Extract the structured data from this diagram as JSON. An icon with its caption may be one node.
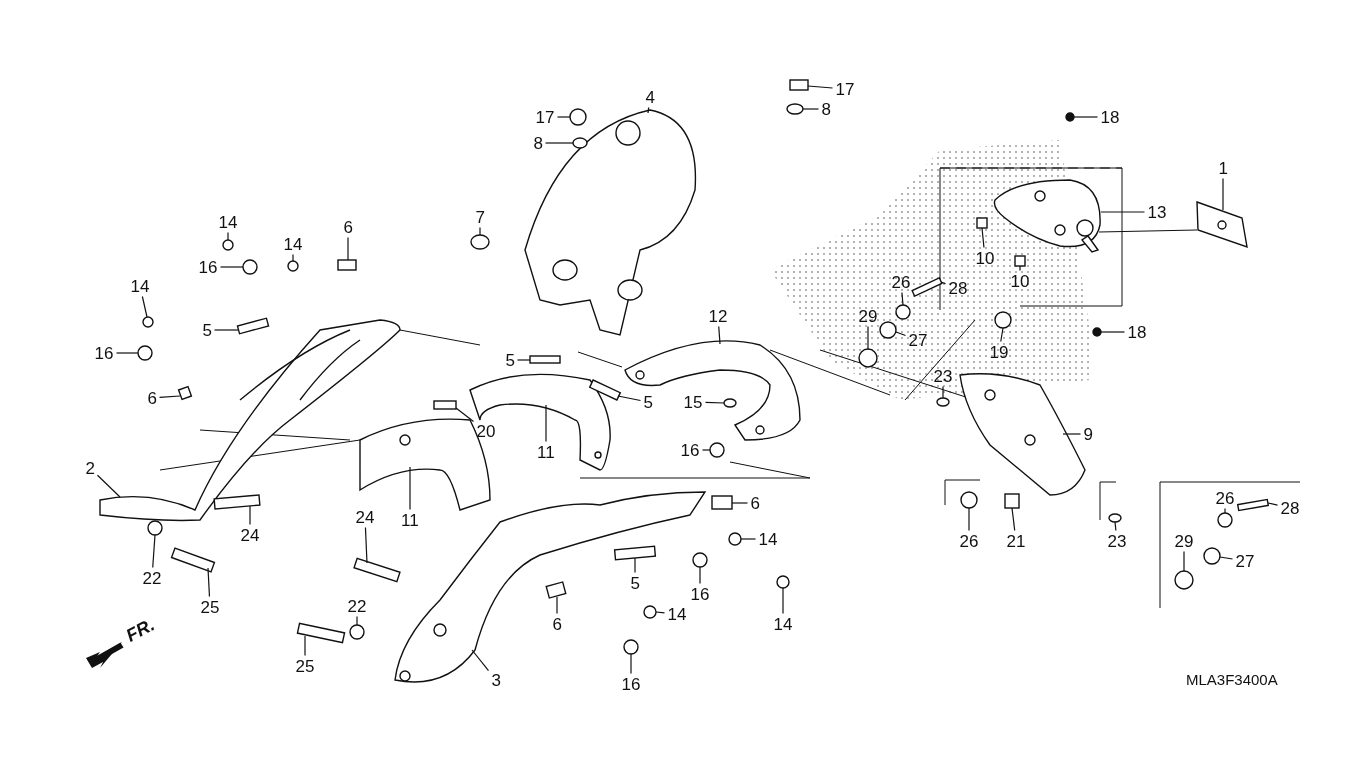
{
  "diagram": {
    "nodes": [
      {
        "text": [
          "17"
        ]
      },
      {
        "text": [
          "4"
        ]
      },
      {
        "text": [
          "17"
        ]
      },
      {
        "text": [
          "18"
        ]
      },
      {
        "text": [
          "8"
        ]
      },
      {
        "text": [
          "8"
        ]
      },
      {
        "text": [
          "1"
        ]
      },
      {
        "text": [
          "13"
        ]
      },
      {
        "text": [
          "7"
        ]
      },
      {
        "text": [
          "14"
        ]
      },
      {
        "text": [
          "6"
        ]
      },
      {
        "text": [
          "14"
        ]
      },
      {
        "text": [
          "10"
        ]
      },
      {
        "text": [
          "16"
        ]
      },
      {
        "text": [
          "10"
        ]
      },
      {
        "text": [
          "26"
        ]
      },
      {
        "text": [
          "14"
        ]
      },
      {
        "text": [
          "28"
        ]
      },
      {
        "text": [
          "12"
        ]
      },
      {
        "text": [
          "29"
        ]
      },
      {
        "text": [
          "5"
        ]
      },
      {
        "text": [
          "18"
        ]
      },
      {
        "text": [
          "27"
        ]
      },
      {
        "text": [
          "19"
        ]
      },
      {
        "text": [
          "16"
        ]
      },
      {
        "text": [
          "5"
        ]
      },
      {
        "text": [
          "23"
        ]
      },
      {
        "text": [
          "6"
        ]
      },
      {
        "text": [
          "15"
        ]
      },
      {
        "text": [
          "5"
        ]
      },
      {
        "text": [
          "20"
        ]
      },
      {
        "text": [
          "9"
        ]
      },
      {
        "text": [
          "16"
        ]
      },
      {
        "text": [
          "11"
        ]
      },
      {
        "text": [
          "2"
        ]
      },
      {
        "text": [
          "6"
        ]
      },
      {
        "text": [
          "11"
        ]
      },
      {
        "text": [
          "24"
        ]
      },
      {
        "text": [
          "24"
        ]
      },
      {
        "text": [
          "14"
        ]
      },
      {
        "text": [
          "26"
        ]
      },
      {
        "text": [
          "21"
        ]
      },
      {
        "text": [
          "23"
        ]
      },
      {
        "text": [
          "26"
        ]
      },
      {
        "text": [
          "28"
        ]
      },
      {
        "text": [
          "29"
        ]
      },
      {
        "text": [
          "27"
        ]
      },
      {
        "text": [
          "22"
        ]
      },
      {
        "text": [
          "5"
        ]
      },
      {
        "text": [
          "16"
        ]
      },
      {
        "text": [
          "22"
        ]
      },
      {
        "text": [
          "25"
        ]
      },
      {
        "text": [
          "14"
        ]
      },
      {
        "text": [
          "6"
        ]
      },
      {
        "text": [
          "14"
        ]
      },
      {
        "text": [
          "16"
        ]
      },
      {
        "text": [
          "25"
        ]
      },
      {
        "text": [
          "3"
        ]
      },
      {
        "text": [],
        "shape": "box"
      },
      {
        "text": [],
        "shape": "picture"
      },
      {
        "text": [],
        "shape": "circle"
      },
      {
        "text": [],
        "shape": "circle"
      },
      {
        "text": [],
        "shape": "circle"
      },
      {
        "text": [],
        "shape": "circle"
      },
      {
        "text": [],
        "shape": "picture"
      },
      {
        "text": [],
        "shape": "picture"
      },
      {
        "text": [],
        "shape": "circle"
      },
      {
        "text": [],
        "shape": "circle"
      },
      {
        "text": [],
        "shape": "box"
      },
      {
        "text": [],
        "shape": "circle"
      },
      {
        "text": [],
        "shape": "box"
      },
      {
        "text": [],
        "shape": "circle"
      },
      {
        "text": [],
        "shape": "box"
      },
      {
        "text": [],
        "shape": "circle"
      },
      {
        "text": [],
        "shape": "circle"
      },
      {
        "text": [],
        "shape": "box"
      },
      {
        "text": [],
        "shape": "picture"
      },
      {
        "text": [],
        "shape": "circle"
      },
      {
        "text": [],
        "shape": "box"
      },
      {
        "text": [],
        "shape": "circle"
      },
      {
        "text": [],
        "shape": "circle"
      },
      {
        "text": [],
        "shape": "circle"
      },
      {
        "text": [],
        "shape": "circle"
      },
      {
        "text": [],
        "shape": "box"
      },
      {
        "text": [],
        "shape": "circle"
      },
      {
        "text": [],
        "shape": "box"
      },
      {
        "text": [],
        "shape": "circle"
      },
      {
        "text": [],
        "shape": "box"
      },
      {
        "text": [],
        "shape": "box"
      },
      {
        "text": [],
        "shape": "picture"
      },
      {
        "text": [],
        "shape": "circle"
      },
      {
        "text": [],
        "shape": "picture"
      },
      {
        "text": [],
        "shape": "picture"
      },
      {
        "text": [],
        "shape": "box"
      },
      {
        "text": [],
        "shape": "picture"
      },
      {
        "text": [],
        "shape": "box"
      },
      {
        "text": [],
        "shape": "box"
      },
      {
        "text": [],
        "shape": "circle"
      },
      {
        "text": [],
        "shape": "circle"
      },
      {
        "text": [],
        "shape": "box"
      },
      {
        "text": [],
        "shape": "circle"
      },
      {
        "text": [],
        "shape": "circle"
      },
      {
        "text": [],
        "shape": "box"
      },
      {
        "text": [],
        "shape": "circle"
      },
      {
        "text": [],
        "shape": "circle"
      },
      {
        "text": [],
        "shape": "circle"
      },
      {
        "text": [],
        "shape": "box"
      },
      {
        "text": [],
        "shape": "circle"
      },
      {
        "text": [],
        "shape": "circle"
      },
      {
        "text": [],
        "shape": "box"
      },
      {
        "text": [],
        "shape": "circle"
      },
      {
        "text": [],
        "shape": "box"
      },
      {
        "text": [],
        "shape": "circle"
      },
      {
        "text": [],
        "shape": "circle"
      },
      {
        "text": [],
        "shape": "box"
      },
      {
        "text": [],
        "shape": "picture"
      }
    ],
    "edges": [
      {
        "from": 0,
        "to": 58,
        "arrow": "none"
      },
      {
        "from": 1,
        "to": 59,
        "arrow": "none"
      },
      {
        "from": 2,
        "to": 60,
        "arrow": "none"
      },
      {
        "from": 3,
        "to": 61,
        "arrow": "none"
      },
      {
        "from": 4,
        "to": 62,
        "arrow": "none"
      },
      {
        "from": 5,
        "to": 63,
        "arrow": "none"
      },
      {
        "from": 6,
        "to": 64,
        "arrow": "none"
      },
      {
        "from": 7,
        "to": 65,
        "arrow": "none"
      },
      {
        "from": 8,
        "to": 66,
        "arrow": "none"
      },
      {
        "from": 9,
        "to": 67,
        "arrow": "none"
      },
      {
        "from": 10,
        "to": 68,
        "arrow": "none"
      },
      {
        "from": 11,
        "to": 69,
        "arrow": "none"
      },
      {
        "from": 12,
        "to": 70,
        "arrow": "none"
      },
      {
        "from": 13,
        "to": 71,
        "arrow": "none"
      },
      {
        "from": 14,
        "to": 72,
        "arrow": "none"
      },
      {
        "from": 15,
        "to": 73,
        "arrow": "none"
      },
      {
        "from": 16,
        "to": 74,
        "arrow": "none"
      },
      {
        "from": 17,
        "to": 75,
        "arrow": "none"
      },
      {
        "from": 18,
        "to": 76,
        "arrow": "none"
      },
      {
        "from": 19,
        "to": 77,
        "arrow": "none"
      },
      {
        "from": 20,
        "to": 78,
        "arrow": "none"
      },
      {
        "from": 21,
        "to": 79,
        "arrow": "none"
      },
      {
        "from": 22,
        "to": 80,
        "arrow": "none"
      },
      {
        "from": 23,
        "to": 81,
        "arrow": "none"
      },
      {
        "from": 24,
        "to": 82,
        "arrow": "none"
      },
      {
        "from": 25,
        "to": 83,
        "arrow": "none"
      },
      {
        "from": 26,
        "to": 84,
        "arrow": "none"
      },
      {
        "from": 27,
        "to": 85,
        "arrow": "none"
      },
      {
        "from": 28,
        "to": 86,
        "arrow": "none"
      },
      {
        "from": 29,
        "to": 87,
        "arrow": "none"
      },
      {
        "from": 30,
        "to": 88,
        "arrow": "none"
      },
      {
        "from": 31,
        "to": 89,
        "arrow": "none"
      },
      {
        "from": 32,
        "to": 90,
        "arrow": "none"
      },
      {
        "from": 33,
        "to": 91,
        "arrow": "none"
      },
      {
        "from": 34,
        "to": 92,
        "arrow": "none"
      },
      {
        "from": 35,
        "to": 93,
        "arrow": "none"
      },
      {
        "from": 36,
        "to": 94,
        "arrow": "none"
      },
      {
        "from": 37,
        "to": 95,
        "arrow": "none"
      },
      {
        "from": 38,
        "to": 96,
        "arrow": "none"
      },
      {
        "from": 39,
        "to": 97,
        "arrow": "none"
      },
      {
        "from": 40,
        "to": 98,
        "arrow": "none"
      },
      {
        "from": 41,
        "to": 99,
        "arrow": "none"
      },
      {
        "from": 42,
        "to": 100,
        "arrow": "none"
      },
      {
        "from": 43,
        "to": 101,
        "arrow": "none"
      },
      {
        "from": 44,
        "to": 102,
        "arrow": "none"
      },
      {
        "from": 45,
        "to": 103,
        "arrow": "none"
      },
      {
        "from": 46,
        "to": 104,
        "arrow": "none"
      },
      {
        "from": 47,
        "to": 105,
        "arrow": "none"
      },
      {
        "from": 48,
        "to": 106,
        "arrow": "none"
      },
      {
        "from": 49,
        "to": 107,
        "arrow": "none"
      },
      {
        "from": 50,
        "to": 108,
        "arrow": "none"
      },
      {
        "from": 51,
        "to": 109,
        "arrow": "none"
      },
      {
        "from": 52,
        "to": 110,
        "arrow": "none"
      },
      {
        "from": 53,
        "to": 111,
        "arrow": "none"
      },
      {
        "from": 54,
        "to": 112,
        "arrow": "none"
      },
      {
        "from": 55,
        "to": 113,
        "arrow": "none"
      },
      {
        "from": 56,
        "to": 114,
        "arrow": "none"
      },
      {
        "from": 57,
        "to": 115,
        "arrow": "none"
      },
      {
        "from": 64,
        "to": 65,
        "arrow": "none"
      }
    ],
    "labels": [
      "FR.",
      "MLA3F3400A"
    ]
  }
}
